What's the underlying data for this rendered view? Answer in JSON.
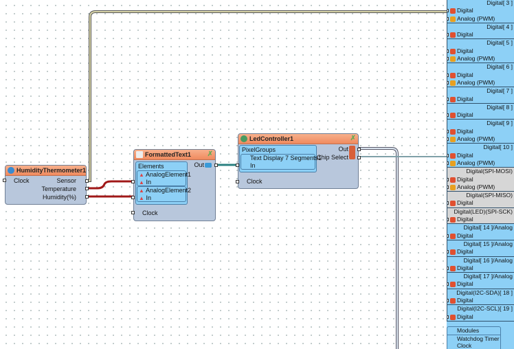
{
  "humidity": {
    "title": "HumidityThermometer1",
    "clock": "Clock",
    "sensor": "Sensor",
    "temperature": "Temperature",
    "humidity": "Humidity(%)"
  },
  "formatted": {
    "title": "FormattedText1",
    "elements": "Elements",
    "el1": "AnalogElement1",
    "el1_in": "In",
    "el2": "AnalogElement2",
    "el2_in": "In",
    "out": "Out",
    "clock": "Clock"
  },
  "led": {
    "title": "LedController1",
    "pixelgroups": "PixelGroups",
    "display": "Text Display 7 Segments1",
    "in": "In",
    "out": "Out",
    "chip_select": "Chip Select",
    "clock": "Clock"
  },
  "board": {
    "groups": [
      {
        "header": "Digital[ 3 ]",
        "gray": false,
        "pins": [
          "Digital",
          "Analog (PWM)"
        ]
      },
      {
        "header": "Digital[ 4 ]",
        "gray": false,
        "pins": [
          "Digital"
        ]
      },
      {
        "header": "Digital[ 5 ]",
        "gray": false,
        "pins": [
          "Digital",
          "Analog (PWM)"
        ]
      },
      {
        "header": "Digital[ 6 ]",
        "gray": false,
        "pins": [
          "Digital",
          "Analog (PWM)"
        ]
      },
      {
        "header": "Digital[ 7 ]",
        "gray": false,
        "pins": [
          "Digital"
        ]
      },
      {
        "header": "Digital[ 8 ]",
        "gray": false,
        "pins": [
          "Digital"
        ]
      },
      {
        "header": "Digital[ 9 ]",
        "gray": false,
        "pins": [
          "Digital",
          "Analog (PWM)"
        ]
      },
      {
        "header": "Digital[ 10 ]",
        "gray": false,
        "pins": [
          "Digital",
          "Analog (PWM)"
        ]
      },
      {
        "header": "Digital(SPI-MOSI)",
        "gray": true,
        "pins": [
          "Digital",
          "Analog (PWM)"
        ]
      },
      {
        "header": "Digital(SPI-MISO)",
        "gray": true,
        "pins": [
          "Digital"
        ]
      },
      {
        "header": "Digital(LED)(SPI-SCK)",
        "gray": true,
        "pins": [
          "Digital"
        ]
      },
      {
        "header": "Digital[ 14 ]/Analog",
        "gray": false,
        "pins": [
          "Digital"
        ]
      },
      {
        "header": "Digital[ 15 ]/Analog",
        "gray": false,
        "pins": [
          "Digital"
        ]
      },
      {
        "header": "Digital[ 16 ]/Analog",
        "gray": false,
        "pins": [
          "Digital"
        ]
      },
      {
        "header": "Digital[ 17 ]/Analog",
        "gray": false,
        "pins": [
          "Digital"
        ]
      },
      {
        "header": "Digital(I2C-SDA)[ 18 ]",
        "gray": false,
        "pins": [
          "Digital"
        ]
      },
      {
        "header": "Digital(I2C-SCL)[ 19 ]",
        "gray": false,
        "pins": [
          "Digital"
        ]
      }
    ],
    "modules": "Modules",
    "watchdog": "Watchdog Timer",
    "clock": "Clock"
  },
  "colors": {
    "node_title": "#f08a5e",
    "node_body": "#b8c7dc",
    "panel": "#8dd0f6",
    "wire_red": "#a01818",
    "wire_teal": "#2a8080"
  }
}
